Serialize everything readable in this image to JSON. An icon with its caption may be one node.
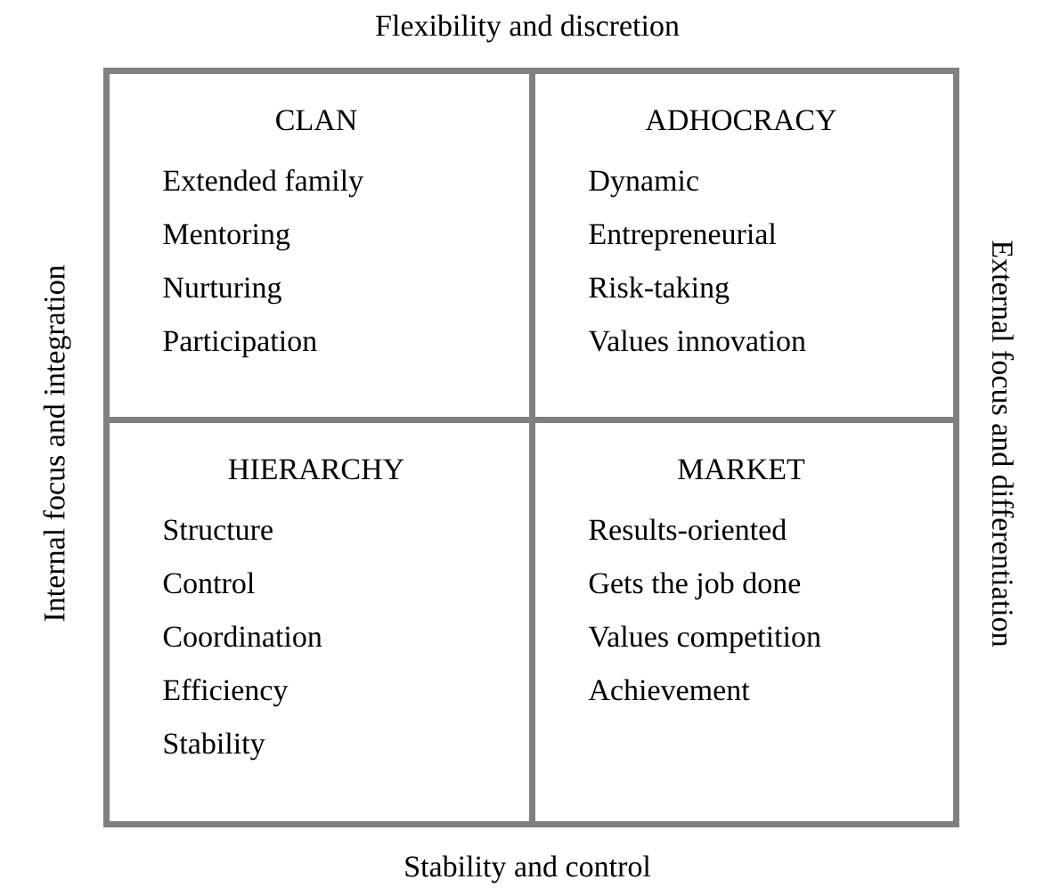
{
  "diagram": {
    "nodes": [
      {
        "text": [
          "CLAN",
          "Extended family",
          "Mentoring",
          "Nurturing",
          "Participation"
        ]
      },
      {
        "text": [
          "ADHOCRACY",
          "Dynamic",
          "Entrepreneurial",
          "Risk-taking",
          "Values innovation"
        ]
      },
      {
        "text": [
          "HIERARCHY",
          "Structure",
          "Control",
          "Coordination",
          "Efficiency",
          "Stability"
        ]
      },
      {
        "text": [
          "MARKET",
          "Results-oriented",
          "Gets the job done",
          "Values competition",
          "Achievement"
        ]
      }
    ],
    "labels": [
      "Flexibility and discretion",
      "Internal focus and integration",
      "External focus and differentiation",
      "Stability and control"
    ]
  }
}
